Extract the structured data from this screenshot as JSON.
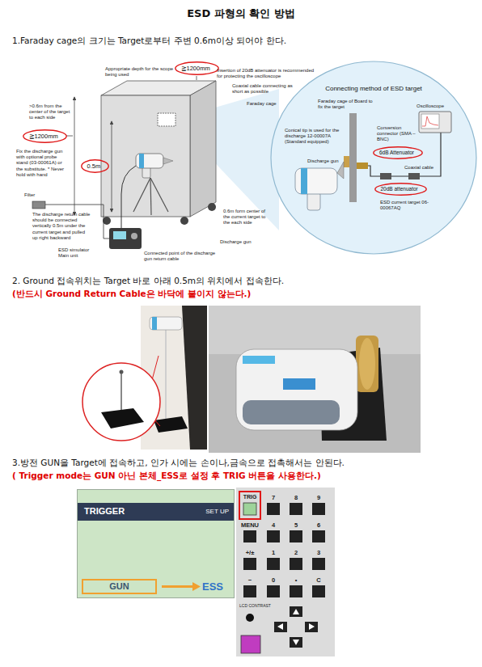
{
  "diagram": {
    "title": "ESD 파형의 확인 방법",
    "nodes": [
      {
        "text": [
          "≧1200mm"
        ]
      },
      {
        "text": [
          "≧1200mm"
        ]
      },
      {
        "text": [
          "0.5m"
        ]
      },
      {
        "text": [
          "Connecting method of ESD target"
        ]
      },
      {
        "text": [
          "6dB Attenuator"
        ],
        "in": 3
      },
      {
        "text": [
          "20dB attenuator"
        ],
        "in": 3
      },
      {
        "text": [
          "TRIGGER",
          "SET UP"
        ]
      },
      {
        "text": [
          "GUN"
        ],
        "in": 6
      },
      {
        "text": [
          "TRIG"
        ]
      }
    ],
    "labels": [
      "1.Faraday cage의 크기는 Target로부터 주변 0.6m이상 되어야 한다.",
      "Appropriate depth for the scope being used",
      "Insertion of 20dB attenuator is recommended for protecting the oscilloscope",
      "Coaxial cable connecting as short as possible",
      "Faraday cage",
      ">0.6m from the center of the target to each side",
      "Fix the discharge gun with optional probe stand (03-00061A) or the substitute. * Never hold with hand",
      "Filter",
      "The discharge return cable should be connected vertically 0.5m under the current target and pulled up right backward",
      "ESD simulator Main unit",
      "Connected point of the discharge gun return cable",
      "Discharge gun",
      "0.6m form center of the current target to the each side",
      "Faraday cage of Board to fix the target",
      "Oscilloscope",
      "Conical tip is used for the discharge 12-00007A (Standard equipped)",
      "Conversion connector (SMA – BNC)",
      "Discharge gun",
      "Coaxial cable",
      "ESD current target 06-00067AQ",
      "2. Ground 접속위치는 Target 바로 아래 0.5m의 위치에서 접속한다.",
      "(반드시 Ground Return Cable은 바닥에 붙이지 않는다.)",
      "3.방전 GUN을 Target에 접속하고, 인가 시에는 손이나,금속으로 접촉해서는 안된다.",
      "( Trigger mode는 GUN 아닌 본체_ESS로 설정 후 TRIG 버튼을 사용한다.)",
      "ESS",
      "7",
      "8",
      "9",
      "MENU",
      "4",
      "5",
      "6",
      "+/±",
      "1",
      "2",
      "3",
      "−",
      "0",
      "•",
      "C",
      "LCD CONTRAST"
    ]
  }
}
